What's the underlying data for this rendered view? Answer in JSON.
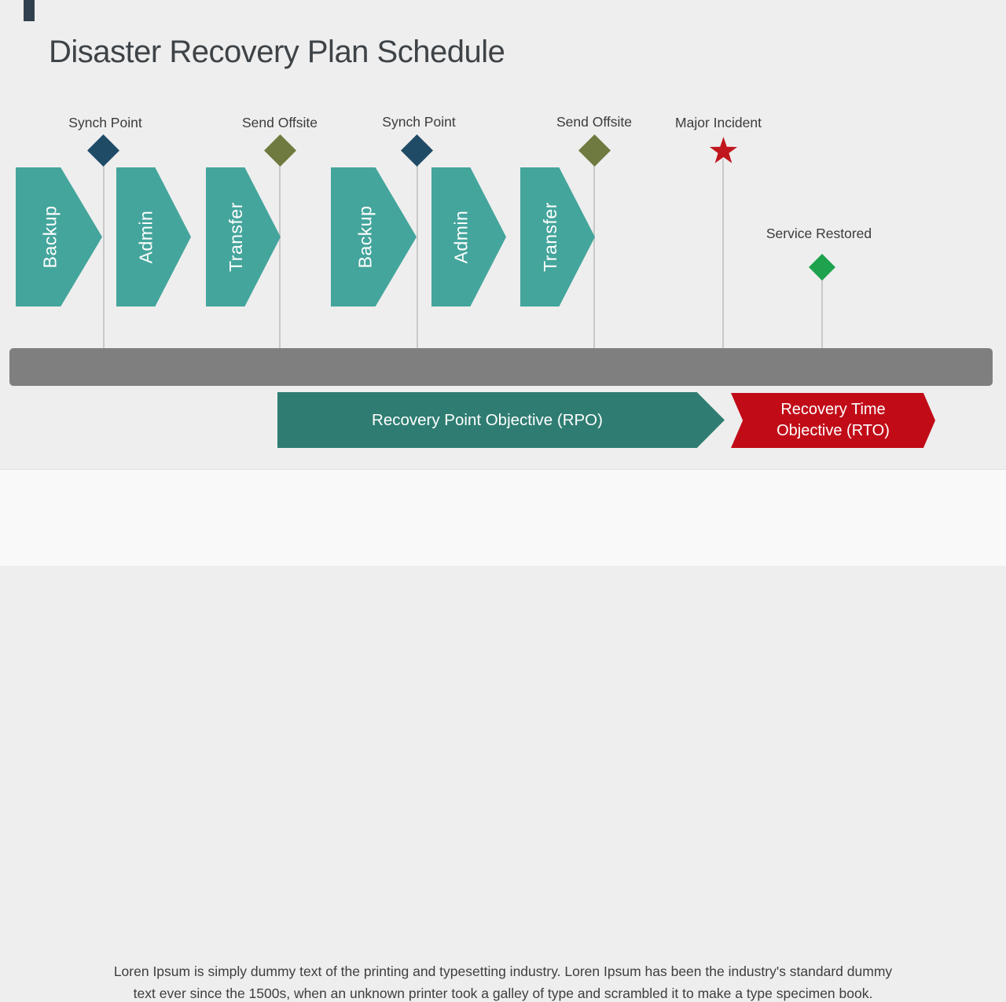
{
  "slide_title": "Disaster Recovery Plan Schedule",
  "milestones": [
    {
      "label": "Synch Point",
      "marker": "diamond",
      "color": "#1f4b66"
    },
    {
      "label": "Send Offsite",
      "marker": "diamond",
      "color": "#6e7a3f"
    },
    {
      "label": "Synch Point",
      "marker": "diamond",
      "color": "#1f4b66"
    },
    {
      "label": "Send Offsite",
      "marker": "diamond",
      "color": "#6e7a3f"
    },
    {
      "label": "Major Incident",
      "marker": "star",
      "color": "#c0161d"
    },
    {
      "label": "Service Restored",
      "marker": "diamond",
      "color": "#1ea24d"
    }
  ],
  "process_steps": [
    {
      "label": "Backup"
    },
    {
      "label": "Admin"
    },
    {
      "label": "Transfer"
    },
    {
      "label": "Backup"
    },
    {
      "label": "Admin"
    },
    {
      "label": "Transfer"
    }
  ],
  "objectives": {
    "rpo": {
      "label": "Recovery Point Objective (RPO)",
      "color": "#2f7d72"
    },
    "rto": {
      "label_line1": "Recovery Time",
      "label_line2": "Objective (RTO)",
      "color": "#c10c18"
    }
  },
  "colors": {
    "background": "#eeeeee",
    "process_step": "#44a59c",
    "timeline_bar": "#7f7f7f",
    "connector_line": "#c9c9c9",
    "title_text": "#3e4347"
  },
  "footer": {
    "line1": "Loren Ipsum is simply dummy text of the printing and typesetting industry. Loren Ipsum has been the industry's standard dummy",
    "line2": "text ever since the 1500s, when an unknown printer took a galley of type and scrambled it to make a type specimen book."
  }
}
